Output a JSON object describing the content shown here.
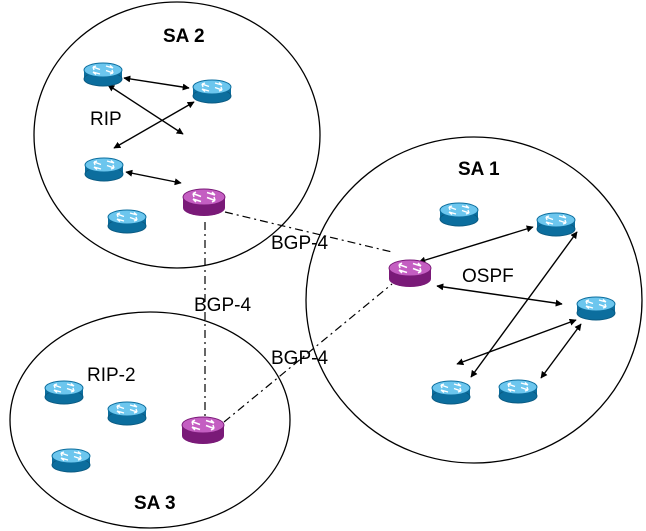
{
  "autonomous_systems": [
    {
      "id": "sa2",
      "title": "SA 2",
      "protocol": "RIP"
    },
    {
      "id": "sa1",
      "title": "SA 1",
      "protocol": "OSPF"
    },
    {
      "id": "sa3",
      "title": "SA 3",
      "protocol": "RIP-2"
    }
  ],
  "inter_as_links": [
    {
      "from": "sa2",
      "to": "sa1",
      "label": "BGP-4"
    },
    {
      "from": "sa2",
      "to": "sa3",
      "label": "BGP-4"
    },
    {
      "from": "sa3",
      "to": "sa1",
      "label": "BGP-4"
    }
  ],
  "colors": {
    "internal_router": "#1b9ad6",
    "border_router": "#9c2a9a",
    "line": "#000000"
  }
}
